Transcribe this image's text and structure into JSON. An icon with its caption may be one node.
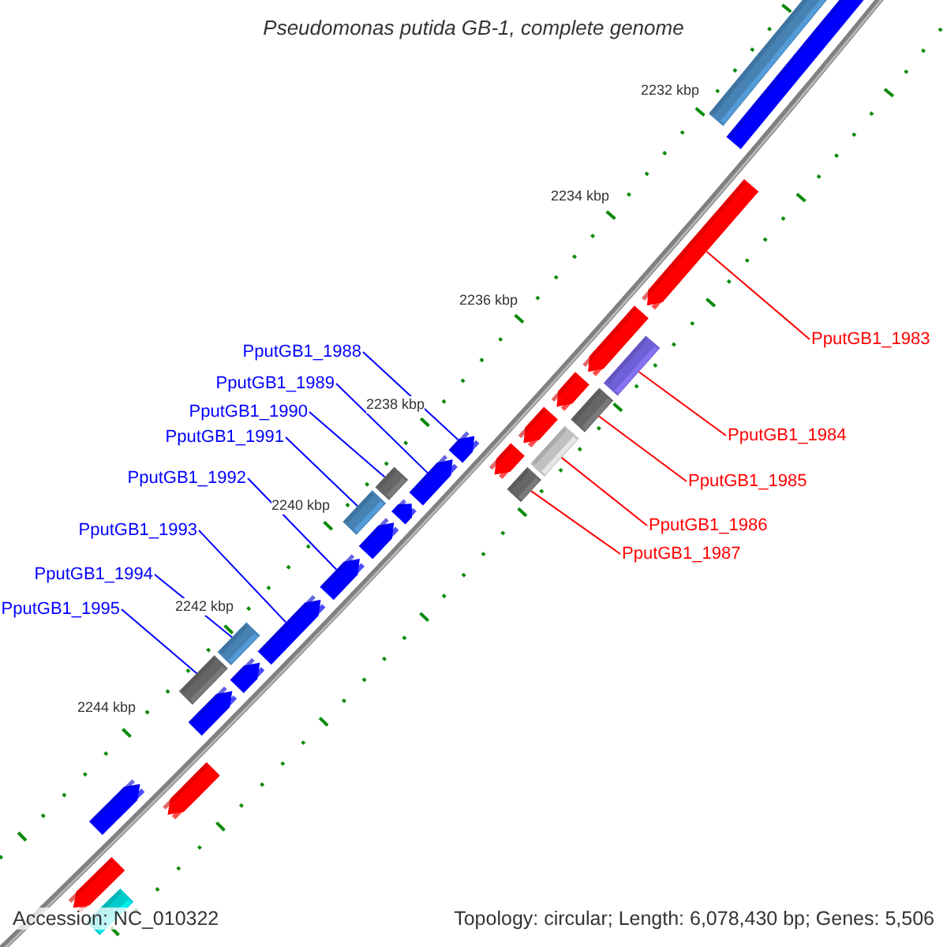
{
  "diagram": {
    "title": "Pseudomonas putida GB-1, complete genome",
    "nodes": [
      {
        "text": [
          "PputGB1_1983"
        ]
      },
      {
        "text": [
          "PputGB1_1984"
        ]
      },
      {
        "text": [
          "PputGB1_1985"
        ]
      },
      {
        "text": [
          "PputGB1_1986"
        ]
      },
      {
        "text": [
          "PputGB1_1987"
        ]
      },
      {
        "text": [
          "PputGB1_1988"
        ]
      },
      {
        "text": [
          "PputGB1_1989"
        ]
      },
      {
        "text": [
          "PputGB1_1990"
        ]
      },
      {
        "text": [
          "PputGB1_1991"
        ]
      },
      {
        "text": [
          "PputGB1_1992"
        ]
      },
      {
        "text": [
          "PputGB1_1993"
        ]
      },
      {
        "text": [
          "PputGB1_1994"
        ]
      },
      {
        "text": [
          "PputGB1_1995"
        ]
      },
      {
        "text": [],
        "shape": "arrow"
      },
      {
        "text": [],
        "shape": "bar"
      },
      {
        "text": [],
        "shape": "bar"
      },
      {
        "text": [],
        "shape": "bar"
      },
      {
        "text": [],
        "shape": "bar"
      },
      {
        "text": [],
        "shape": "arrow"
      },
      {
        "text": [],
        "shape": "arrow"
      },
      {
        "text": [],
        "shape": "bar"
      },
      {
        "text": [],
        "shape": "bar"
      },
      {
        "text": [],
        "shape": "arrow"
      },
      {
        "text": [],
        "shape": "arrow"
      },
      {
        "text": [],
        "shape": "bar"
      },
      {
        "text": [],
        "shape": "bar"
      },
      {
        "text": [],
        "shape": "arrow"
      },
      {
        "text": [],
        "shape": "bar"
      },
      {
        "text": [],
        "shape": "arrow"
      },
      {
        "text": [],
        "shape": "arrow"
      },
      {
        "text": [],
        "shape": "arrow"
      },
      {
        "text": [],
        "shape": "arrow"
      },
      {
        "text": [],
        "shape": "arrow"
      },
      {
        "text": [],
        "shape": "arrow"
      },
      {
        "text": [],
        "shape": "arrow"
      },
      {
        "text": [],
        "shape": "arrow"
      },
      {
        "text": [],
        "shape": "arrow"
      },
      {
        "text": [],
        "shape": "arrow"
      },
      {
        "text": [],
        "shape": "arrow"
      },
      {
        "text": [],
        "shape": "bar"
      }
    ],
    "edges": [
      {
        "from": 0,
        "to": 13,
        "arrow": "none",
        "color": "#ff0000"
      },
      {
        "from": 1,
        "to": 14,
        "arrow": "none",
        "color": "#ff0000"
      },
      {
        "from": 2,
        "to": 15,
        "arrow": "none",
        "color": "#ff0000"
      },
      {
        "from": 3,
        "to": 16,
        "arrow": "none",
        "color": "#ff0000"
      },
      {
        "from": 4,
        "to": 17,
        "arrow": "none",
        "color": "#ff0000"
      },
      {
        "from": 5,
        "to": 18,
        "arrow": "none"
      },
      {
        "from": 6,
        "to": 19,
        "arrow": "none"
      },
      {
        "from": 7,
        "to": 20,
        "arrow": "none"
      },
      {
        "from": 8,
        "to": 21,
        "arrow": "none"
      },
      {
        "from": 9,
        "to": 22,
        "arrow": "none"
      },
      {
        "from": 10,
        "to": 23,
        "arrow": "none"
      },
      {
        "from": 11,
        "to": 24,
        "arrow": "none"
      },
      {
        "from": 12,
        "to": 25,
        "arrow": "none"
      }
    ],
    "labels": [
      "2232 kbp",
      "2234 kbp",
      "2236 kbp",
      "2238 kbp",
      "2240 kbp",
      "2242 kbp",
      "2244 kbp",
      "Accession: NC_010322",
      "Topology: circular; Length: 6,078,430 bp; Genes: 5,506"
    ]
  }
}
